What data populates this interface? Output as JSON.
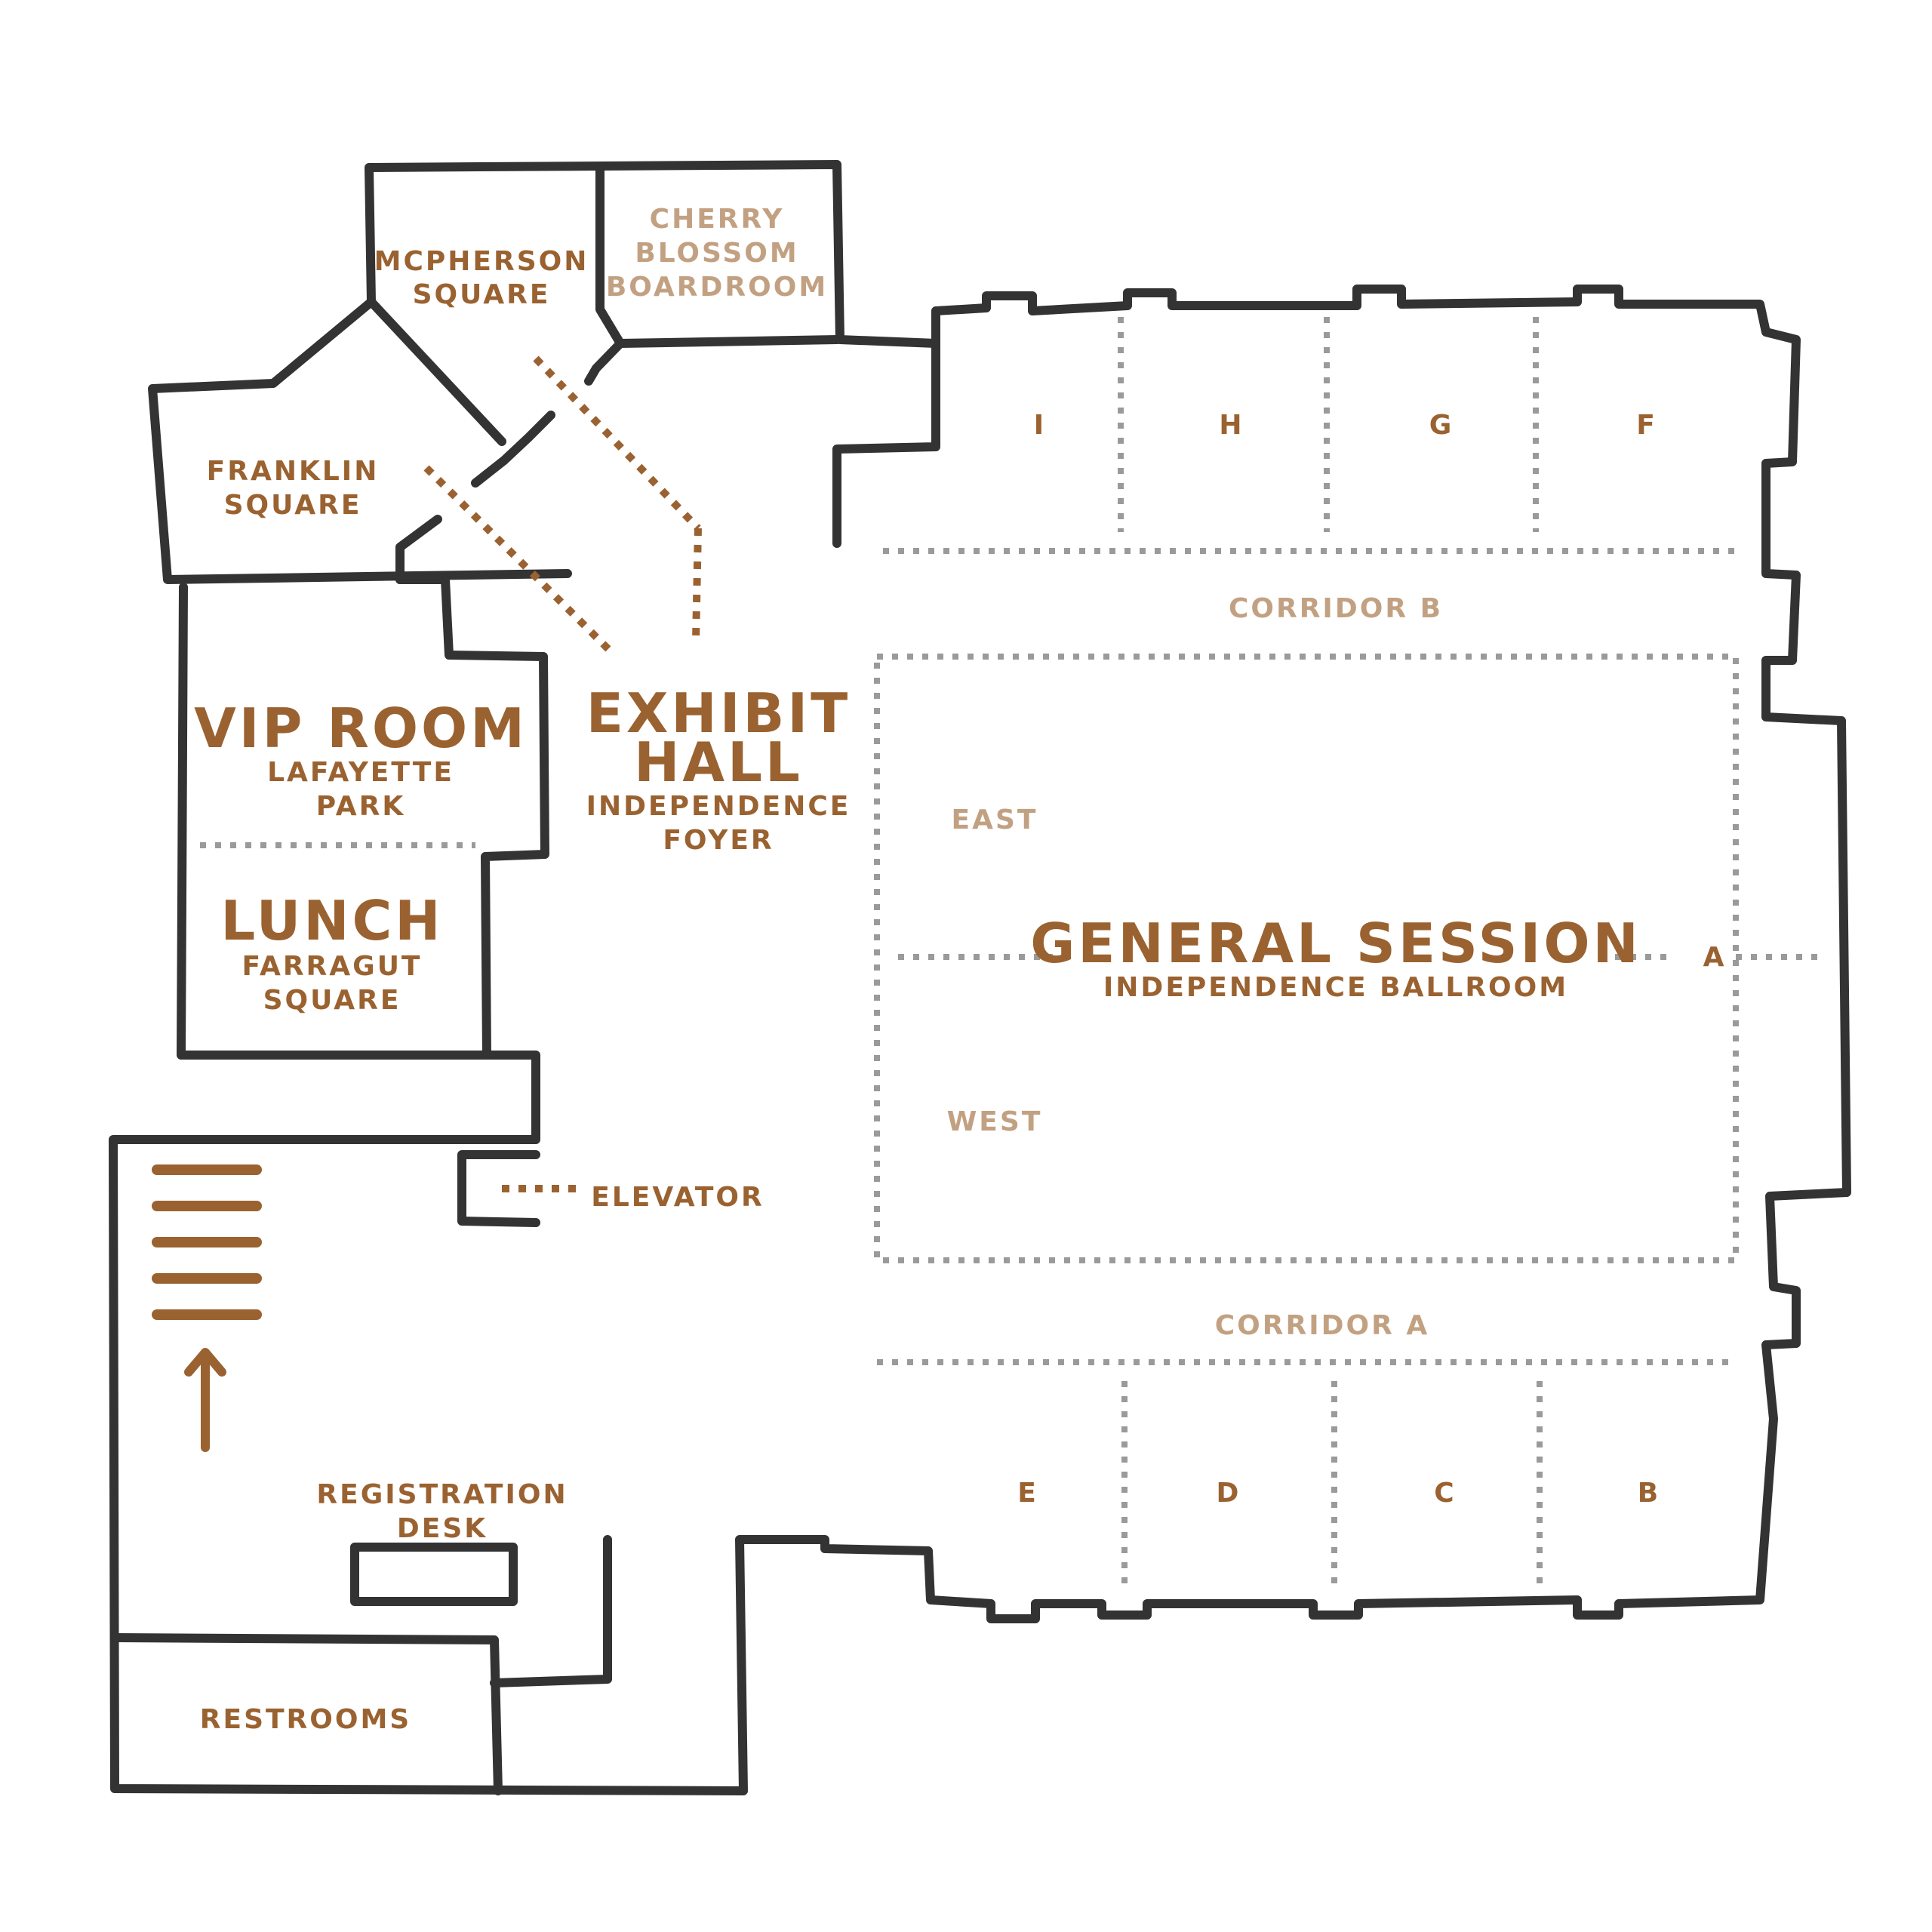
{
  "colors": {
    "wall": "#333333",
    "label_primary": "#9a6230",
    "label_secondary": "#c2a182",
    "divider_dotted": "#9a9a9a"
  },
  "rooms": {
    "mcpherson": {
      "line1": "MCPHERSON",
      "line2": "SQUARE"
    },
    "cherry": {
      "line1": "CHERRY",
      "line2": "BLOSSOM",
      "line3": "BOARDROOM"
    },
    "franklin": {
      "line1": "FRANKLIN",
      "line2": "SQUARE"
    },
    "vip": {
      "title": "VIP ROOM",
      "line1": "LAFAYETTE",
      "line2": "PARK"
    },
    "lunch": {
      "title": "LUNCH",
      "line1": "FARRAGUT",
      "line2": "SQUARE"
    },
    "exhibit": {
      "title1": "EXHIBIT",
      "title2": "HALL",
      "line1": "INDEPENDENCE",
      "line2": "FOYER"
    },
    "general": {
      "title": "GENERAL SESSION",
      "subtitle": "INDEPENDENCE BALLROOM"
    },
    "east": "EAST",
    "west": "WEST",
    "corridor_a": "CORRIDOR A",
    "corridor_b": "CORRIDOR B",
    "elevator": "ELEVATOR",
    "registration": {
      "line1": "REGISTRATION",
      "line2": "DESK"
    },
    "restrooms": "RESTROOMS"
  },
  "sections_top": [
    "I",
    "H",
    "G",
    "F"
  ],
  "sections_bottom": [
    "E",
    "D",
    "C",
    "B"
  ],
  "section_side": "A",
  "icons": {
    "stairs": "stairs-icon",
    "arrow": "arrow-up-icon"
  }
}
